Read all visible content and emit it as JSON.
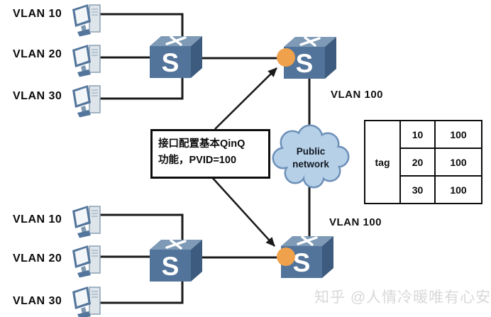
{
  "hosts": {
    "top": [
      "VLAN 10",
      "VLAN 20",
      "VLAN 30"
    ],
    "bottom": [
      "VLAN 10",
      "VLAN 20",
      "VLAN 30"
    ]
  },
  "trunk": {
    "top_label": "VLAN 100",
    "bottom_label": "VLAN 100"
  },
  "callout": {
    "line1": "接口配置基本QinQ",
    "line2": "功能，PVID=100"
  },
  "cloud": {
    "line1": "Public",
    "line2": "network"
  },
  "tag_table": {
    "row_header": "tag",
    "rows": [
      [
        "10",
        "100"
      ],
      [
        "20",
        "100"
      ],
      [
        "30",
        "100"
      ]
    ]
  },
  "icons": {
    "switch_letter": "S"
  },
  "watermark": "知乎 @人情冷暖唯有心安",
  "colors": {
    "switch_front": "#53749A",
    "switch_top": "#7E9AB6",
    "switch_side": "#3D5B7E",
    "qinq_port_dot": "#F0A14B",
    "cloud_fill": "#B6D0E8",
    "cloud_stroke": "#6D90B8",
    "line": "#1A1A1A",
    "watermark_gray": "#D8D8D8"
  }
}
